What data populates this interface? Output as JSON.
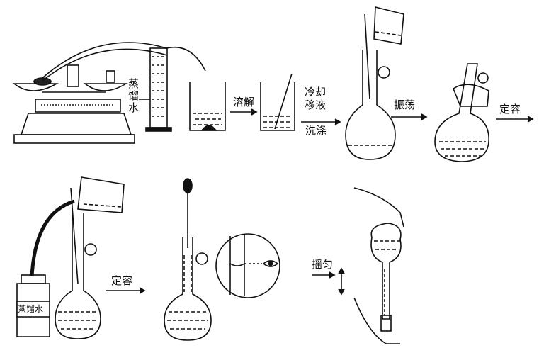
{
  "labels": {
    "distilled_water_top": "蒸馏水",
    "dissolve": "溶解",
    "cool_transfer_line1": "冷却",
    "cool_transfer_line2": "移液",
    "wash": "洗涤",
    "shake": "振荡",
    "make_volume_top": "定容",
    "bottle_label": "蒸馏水",
    "make_volume_bottom": "定容",
    "invert_mix": "摇匀"
  }
}
